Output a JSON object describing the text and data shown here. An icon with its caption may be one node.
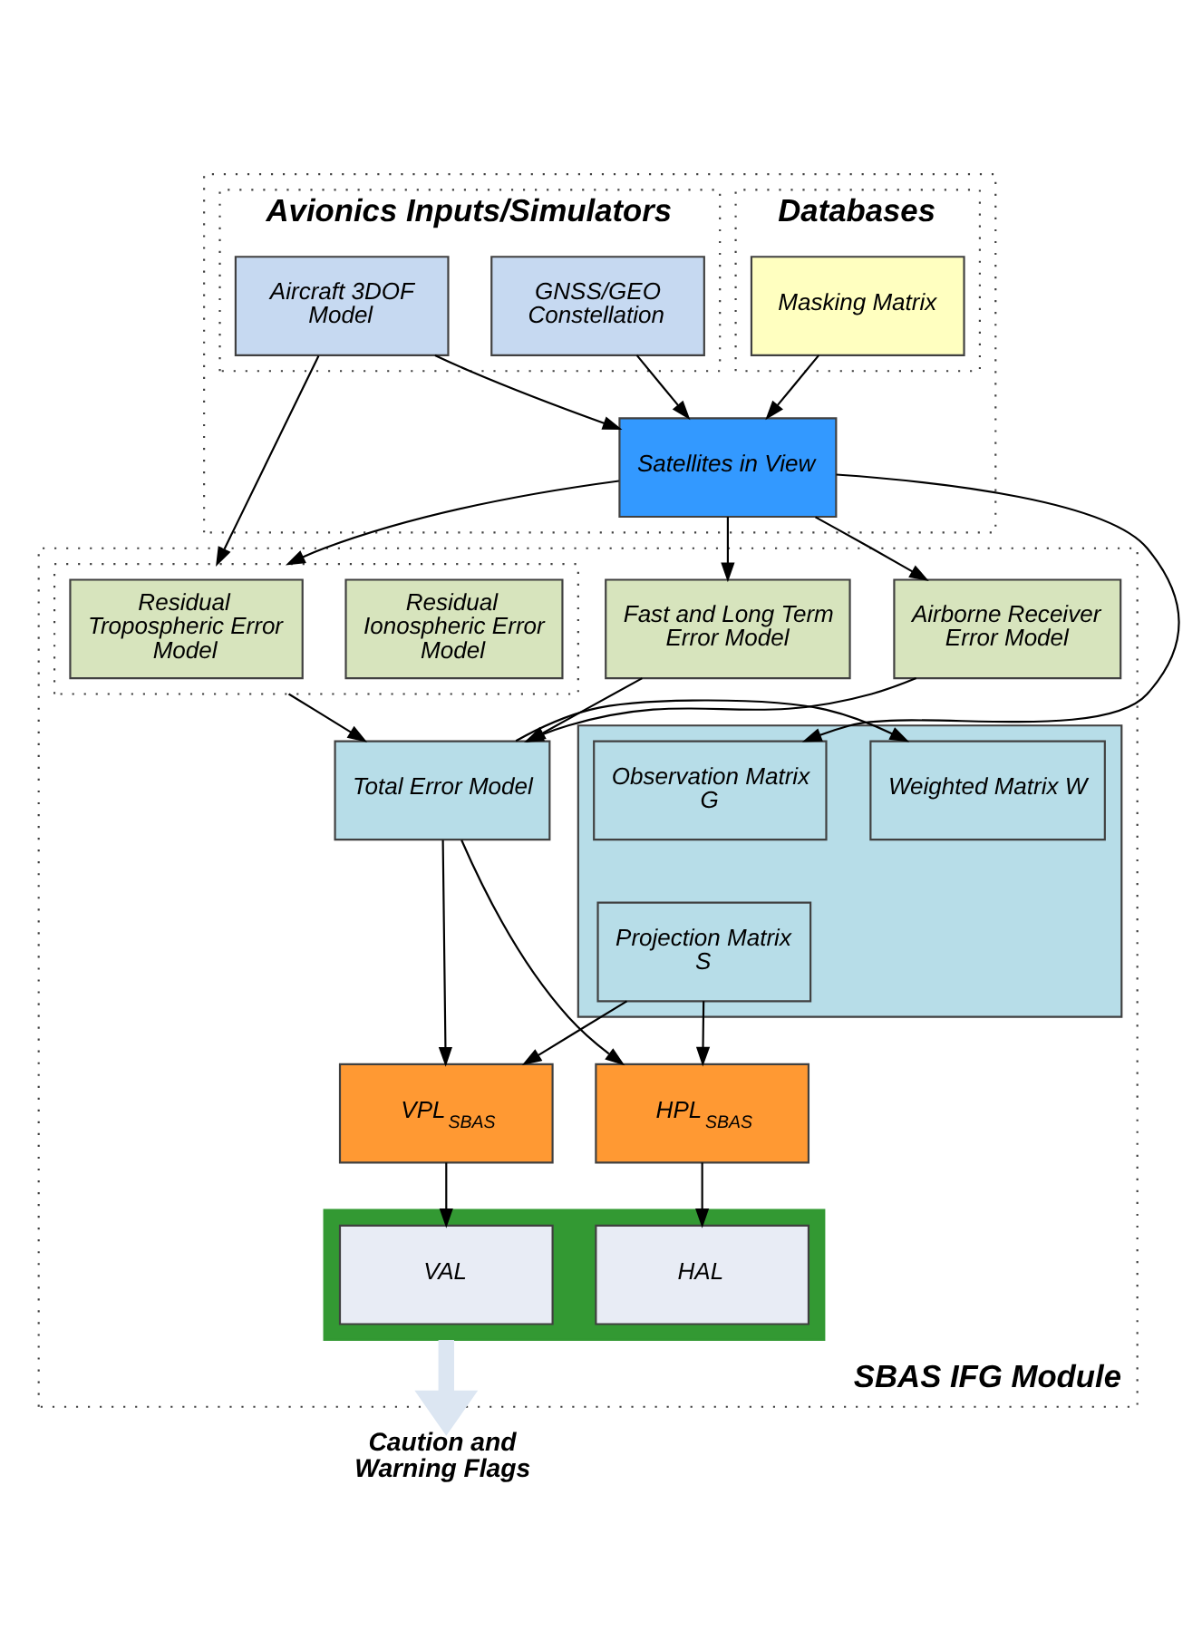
{
  "diagram": {
    "nodes": [
      {
        "text": [],
        "shape": "box"
      },
      {
        "text": [
          "Avionics Inputs/Simulators"
        ],
        "in": 0
      },
      {
        "text": [
          "Aircraft 3DOF Model"
        ],
        "in": 1
      },
      {
        "text": [
          "GNSS/GEO Constellation"
        ],
        "in": 1
      },
      {
        "text": [
          "Databases"
        ],
        "in": 0
      },
      {
        "text": [
          "Masking Matrix"
        ],
        "in": 4
      },
      {
        "text": [
          "Satellites in View"
        ],
        "in": 0
      },
      {
        "text": [
          "SBAS IFG Module"
        ]
      },
      {
        "text": [
          "Fast and Long Term Error Model"
        ],
        "in": 7
      },
      {
        "text": [],
        "shape": "box",
        "in": 7
      },
      {
        "text": [
          "Residual Tropospheric Error Model"
        ],
        "in": 9
      },
      {
        "text": [
          "Residual Ionospheric Error Model"
        ],
        "in": 9
      },
      {
        "text": [
          "Airborne Receiver Error Model"
        ],
        "in": 7
      },
      {
        "text": [
          "Total Error Model"
        ],
        "in": 7
      },
      {
        "text": [],
        "shape": "box",
        "in": 7
      },
      {
        "text": [
          "Observation Matrix G"
        ],
        "in": 14
      },
      {
        "text": [
          "Weighted Matrix W"
        ],
        "in": 14
      },
      {
        "text": [
          "Projection Matrix S"
        ],
        "in": 14
      },
      {
        "text": [
          "VPL$_{SBAS}$"
        ],
        "in": 7
      },
      {
        "text": [
          "HPL$_{SBAS}$"
        ],
        "in": 7
      },
      {
        "text": [],
        "shape": "box",
        "in": 7
      },
      {
        "text": [
          "VAL"
        ],
        "in": 20
      },
      {
        "text": [
          "HAL"
        ],
        "in": 20
      },
      {
        "text": [
          "Caution and Warning Flags"
        ]
      }
    ],
    "edges": [
      {
        "from": 2,
        "to": 6,
        "arrow": "to"
      },
      {
        "from": 3,
        "to": 6,
        "arrow": "to"
      },
      {
        "from": 5,
        "to": 6,
        "arrow": "to"
      },
      {
        "from": 2,
        "to": 9,
        "arrow": "to"
      },
      {
        "from": 6,
        "to": 8,
        "arrow": "to"
      },
      {
        "from": 6,
        "to": 9,
        "arrow": "to"
      },
      {
        "from": 6,
        "to": 12,
        "arrow": "to"
      },
      {
        "from": 6,
        "to": 15,
        "arrow": "to"
      },
      {
        "from": 8,
        "to": 13,
        "arrow": "to"
      },
      {
        "from": 9,
        "to": 13,
        "arrow": "to"
      },
      {
        "from": 12,
        "to": 13,
        "arrow": "to"
      },
      {
        "from": 13,
        "to": 16,
        "arrow": "to"
      },
      {
        "from": 13,
        "to": 18,
        "arrow": "to"
      },
      {
        "from": 13,
        "to": 19,
        "arrow": "to"
      },
      {
        "from": 17,
        "to": 18,
        "arrow": "to"
      },
      {
        "from": 17,
        "to": 19,
        "arrow": "to"
      },
      {
        "from": 18,
        "to": 21,
        "arrow": "to"
      },
      {
        "from": 19,
        "to": 22,
        "arrow": "to"
      },
      {
        "from": 20,
        "to": 23,
        "arrow": "to",
        "style": "thick",
        "color": "#dce6f2"
      }
    ]
  }
}
